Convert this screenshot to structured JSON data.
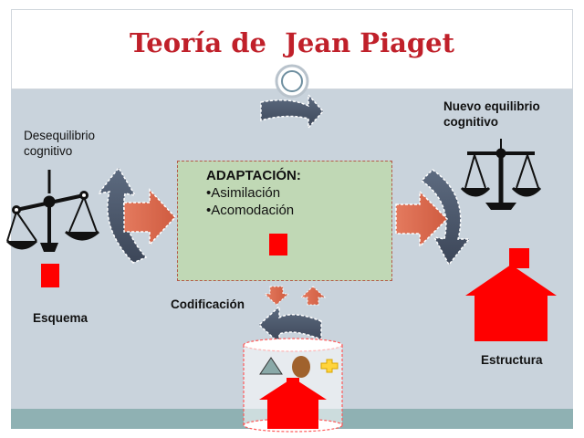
{
  "title": "Teoría de  Jean Piaget",
  "labels": {
    "desequilibrio": [
      "Desequilibrio",
      "cognitivo"
    ],
    "nuevo_equilibrio": [
      "Nuevo equilibrio",
      "cognitivo"
    ],
    "esquema": "Esquema",
    "codificacion": "Codificación",
    "estructura": "Estructura"
  },
  "adaptacion": {
    "heading": "ADAPTACIÓN:",
    "items": [
      "•Asimilación",
      "•Acomodación"
    ]
  },
  "icons": [
    "scale-unbalanced-icon",
    "scale-balanced-icon",
    "house-icon",
    "cylinder-icon",
    "curved-arrow-icon",
    "circle-ornament-icon"
  ],
  "colors": {
    "title": "#c0202a",
    "arrow_orange": "#d9694e",
    "arrow_dark": "#4a5568",
    "box_green": "#c0d8b5",
    "red": "#ff0000",
    "background": "#c9d3dc",
    "bottom_band": "#8fb1b3"
  }
}
